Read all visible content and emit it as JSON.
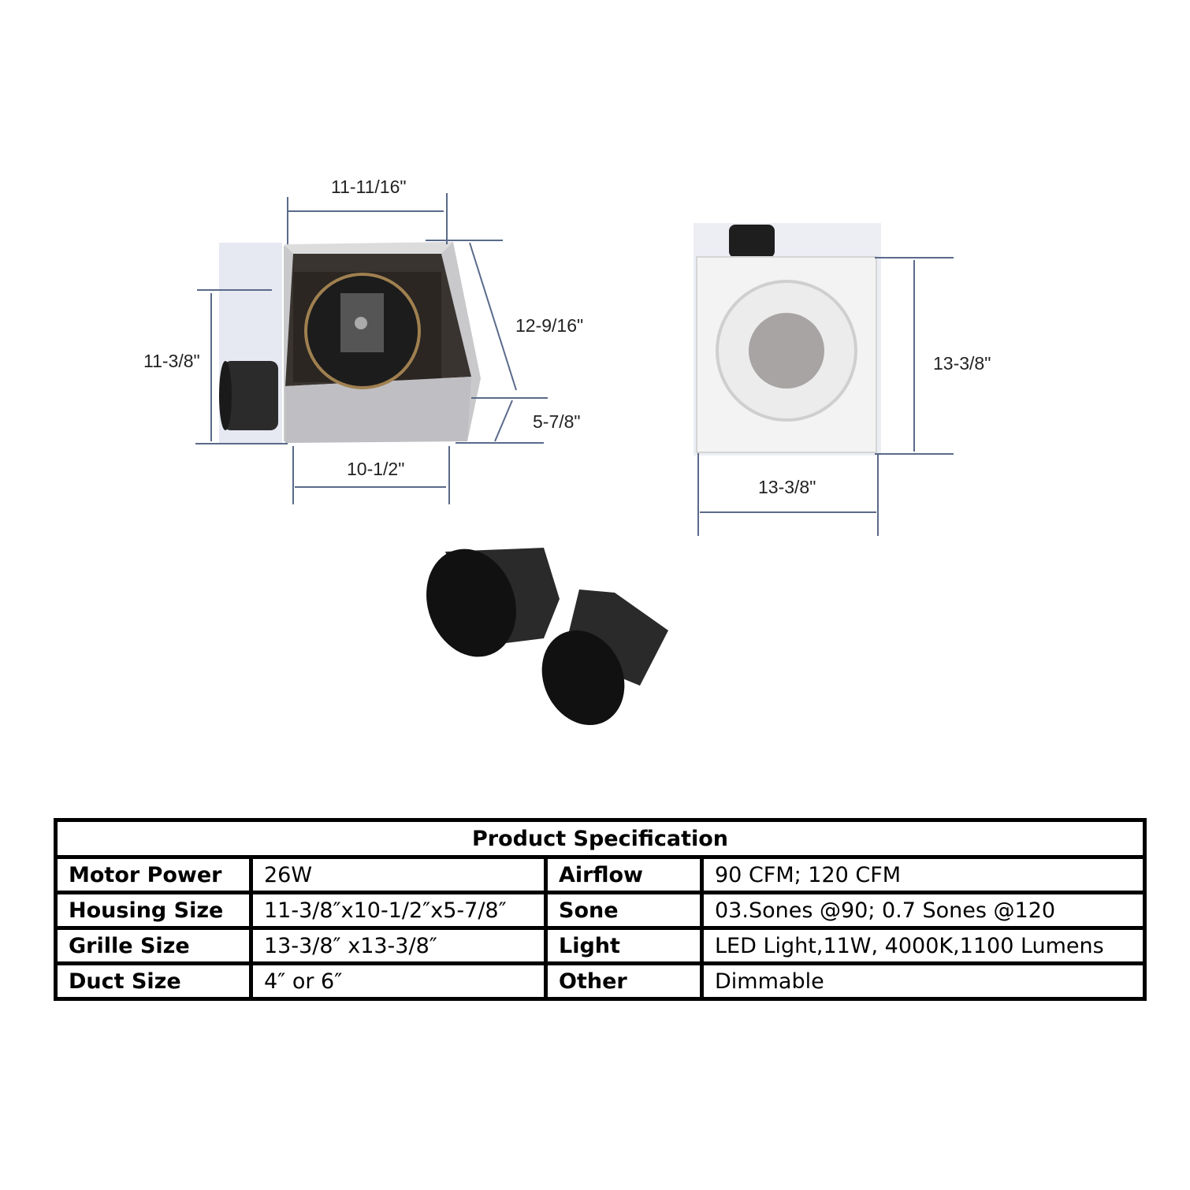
{
  "dimensions": {
    "housing_top_width": "11-11/16\"",
    "housing_height": "11-3/8\"",
    "housing_diagonal": "12-9/16\"",
    "housing_depth": "5-7/8\"",
    "housing_bottom_width": "10-1/2\"",
    "grille_height": "13-3/8\"",
    "grille_width": "13-3/8\""
  },
  "table": {
    "title": "Product Specification",
    "rows": [
      {
        "k1": "Motor Power",
        "v1": "26W",
        "k2": "Airflow",
        "v2": "90 CFM; 120 CFM"
      },
      {
        "k1": "Housing Size",
        "v1": "11-3/8″x10-1/2″x5-7/8″",
        "k2": "Sone",
        "v2": "03.Sones @90; 0.7 Sones @120"
      },
      {
        "k1": "Grille Size",
        "v1": "13-3/8″ x13-3/8″",
        "k2": "Light",
        "v2": "LED Light,11W, 4000K,1100 Lumens"
      },
      {
        "k1": "Duct Size",
        "v1": "4″ or 6″",
        "k2": "Other",
        "v2": "Dimmable"
      }
    ]
  }
}
